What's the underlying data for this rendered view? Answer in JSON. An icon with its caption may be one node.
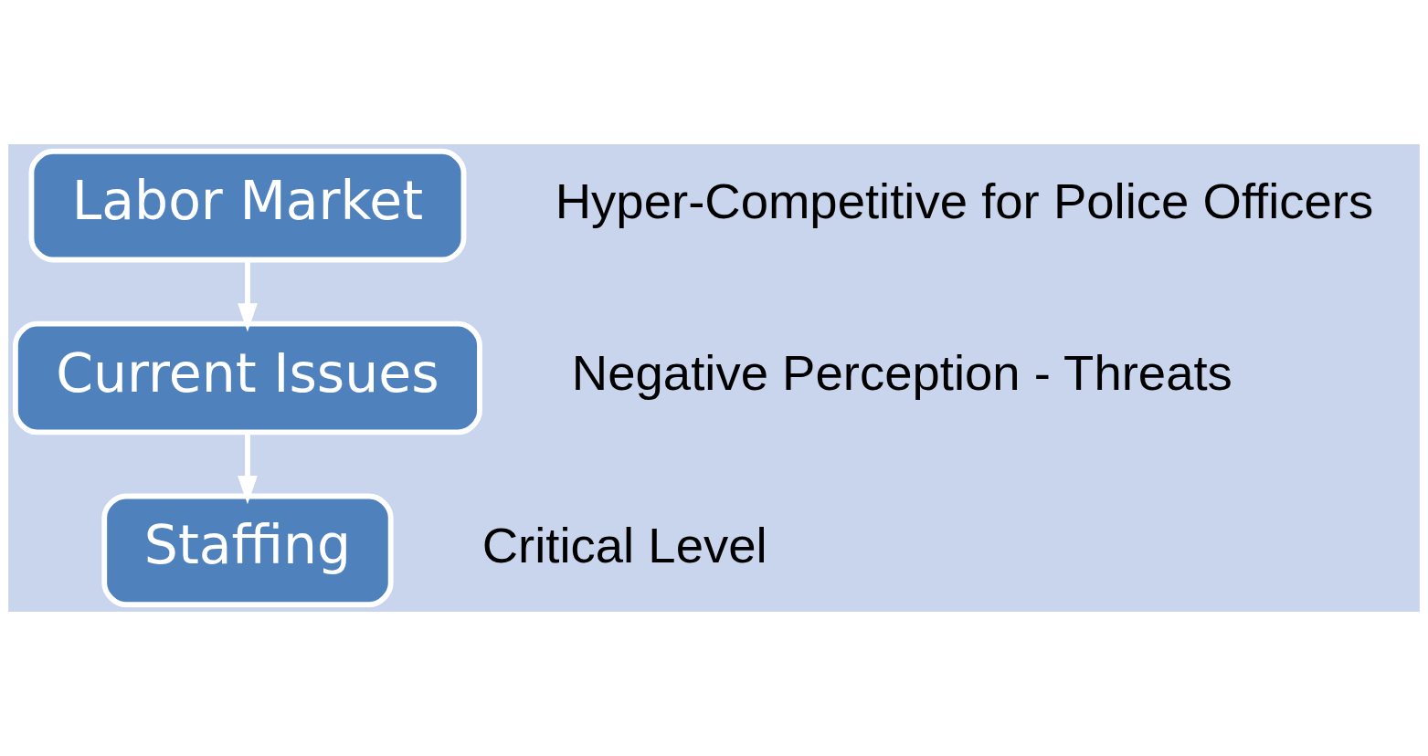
{
  "diagram": {
    "nodes": [
      {
        "text": [
          "Labor Market"
        ],
        "beside": [
          "Hyper-Competitive for Police Officers"
        ]
      },
      {
        "text": [
          "Current Issues"
        ],
        "beside": [
          "Negative Perception - Threats"
        ]
      },
      {
        "text": [
          "Staffing"
        ],
        "beside": [
          "Critical Level"
        ]
      }
    ],
    "edges": [
      {
        "from": 0,
        "to": 1,
        "arrow": "to"
      },
      {
        "from": 1,
        "to": 2,
        "arrow": "to"
      }
    ]
  }
}
